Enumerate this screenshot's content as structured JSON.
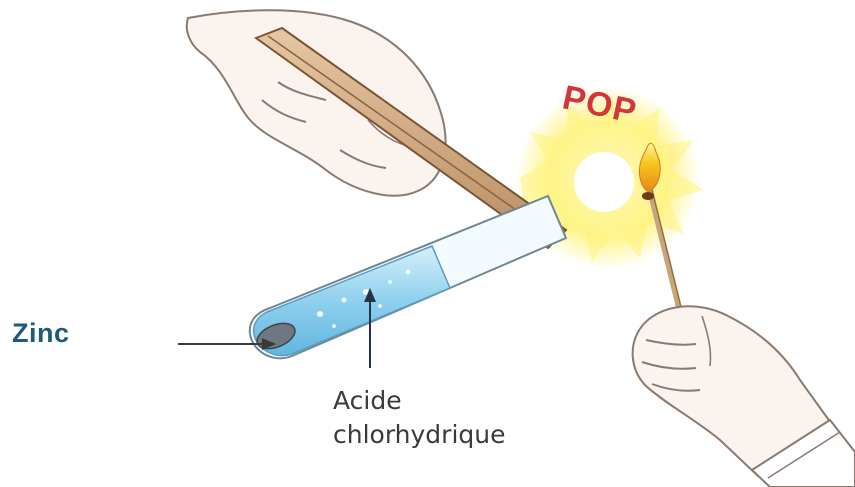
{
  "labels": {
    "zinc": "Zinc",
    "acid_line1": "Acide",
    "acid_line2": "chlorhydrique",
    "sound": "POP"
  },
  "colors": {
    "zinc_label": "#1f5a7a",
    "sound_text": "#d43535",
    "acid_liquid": "#8fd0ee",
    "flame": "#f3c21a",
    "glow": "#fff27a"
  }
}
